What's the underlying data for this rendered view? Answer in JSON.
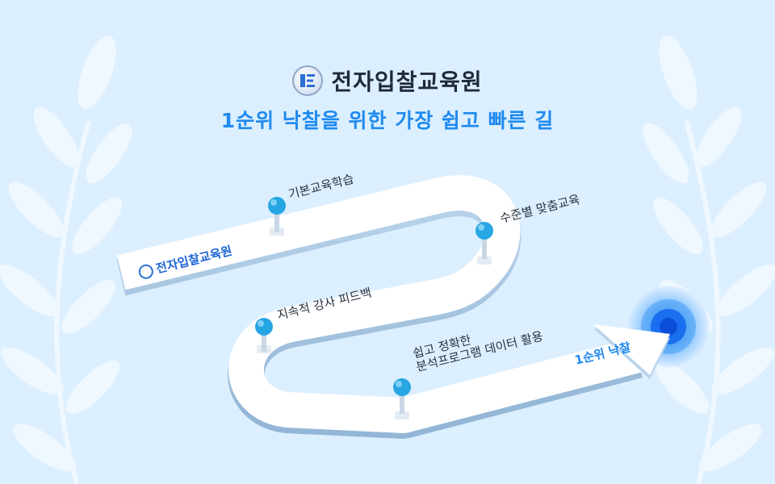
{
  "header": {
    "logo_icon": "building-logo-icon",
    "brand_title": "전자입찰교육원",
    "tagline": "1순위 낙찰을 위한 가장 쉽고 빠른 길"
  },
  "road": {
    "start_label": "전자입찰교육원",
    "end_label": "1순위 낙찰",
    "steps": [
      {
        "label": "기본교육학습"
      },
      {
        "label": "수준별 맞춤교육"
      },
      {
        "label": "지속적 강사 피드백"
      },
      {
        "label_line1": "쉽고 정확한",
        "label_line2": "분석프로그램 데이터 활용"
      }
    ]
  },
  "colors": {
    "background": "#dcefff",
    "accent": "#1f8af0",
    "pin": "#26a6e3",
    "text": "#2b3340",
    "target": "#1478f0"
  }
}
